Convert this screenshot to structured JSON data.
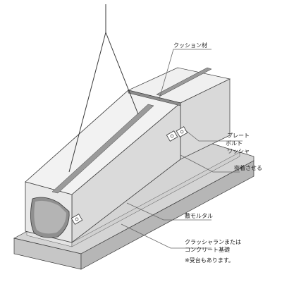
{
  "labels": {
    "cushion": "クッション材",
    "plate": "プレート",
    "bolt": "ボルト",
    "washer": "ワッシャ",
    "seal": "密着させる",
    "mortar": "敷モルタル",
    "base_line1": "クラッシャランまたは",
    "base_line2": "コンクリート基礎",
    "note": "※受台もあります。"
  },
  "colors": {
    "concrete_light": "#f1f1f1",
    "concrete_mid": "#dedede",
    "concrete_dark": "#c8c8c8",
    "base": "#bdbdbd",
    "line": "#3a3a3a"
  }
}
